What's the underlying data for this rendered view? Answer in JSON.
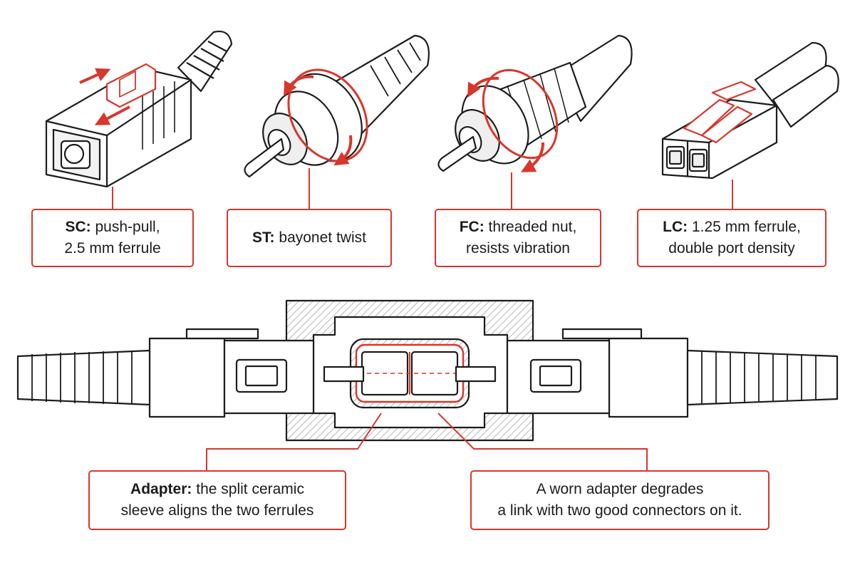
{
  "colors": {
    "accent": "#d9362c",
    "ink": "#1c1c1c",
    "hatch": "#9a9a9a"
  },
  "connectors": [
    {
      "name": "SC",
      "icon": "sc-connector-icon",
      "desc_line1": "push-pull,",
      "desc_line2": "2.5 mm ferrule"
    },
    {
      "name": "ST",
      "icon": "st-connector-icon",
      "desc_line1": "bayonet twist",
      "desc_line2": ""
    },
    {
      "name": "FC",
      "icon": "fc-connector-icon",
      "desc_line1": "threaded nut,",
      "desc_line2": "resists vibration"
    },
    {
      "name": "LC",
      "icon": "lc-connector-icon",
      "desc_line1": "1.25 mm ferrule,",
      "desc_line2": "double port density"
    }
  ],
  "adapter": {
    "icon": "adapter-cross-section-icon",
    "label_name": "Adapter:",
    "label_line1": "the split ceramic",
    "label_line2": "sleeve aligns the two ferrules",
    "note_line1": "A worn adapter degrades",
    "note_line2": "a link with two good connectors on it."
  }
}
